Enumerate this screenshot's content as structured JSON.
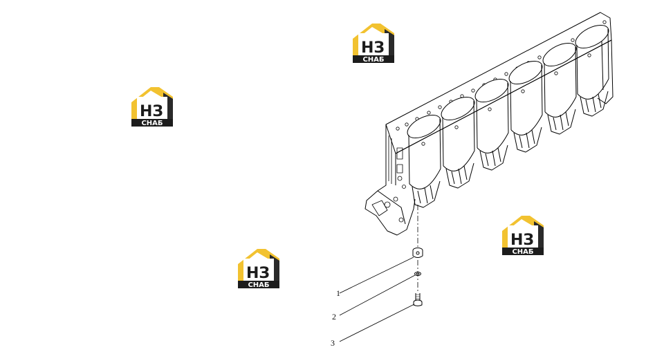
{
  "watermark": {
    "logo_main": "НЗ",
    "logo_sub": "СНАБ",
    "colors": {
      "roof": "#f2c230",
      "dark": "#1c1c1c",
      "text_light": "#ffffff"
    }
  },
  "diagram": {
    "subject": "engine cylinder block with six cylinders",
    "line_color": "#000000",
    "callouts": [
      {
        "label": "1"
      },
      {
        "label": "2"
      },
      {
        "label": "3"
      }
    ]
  }
}
